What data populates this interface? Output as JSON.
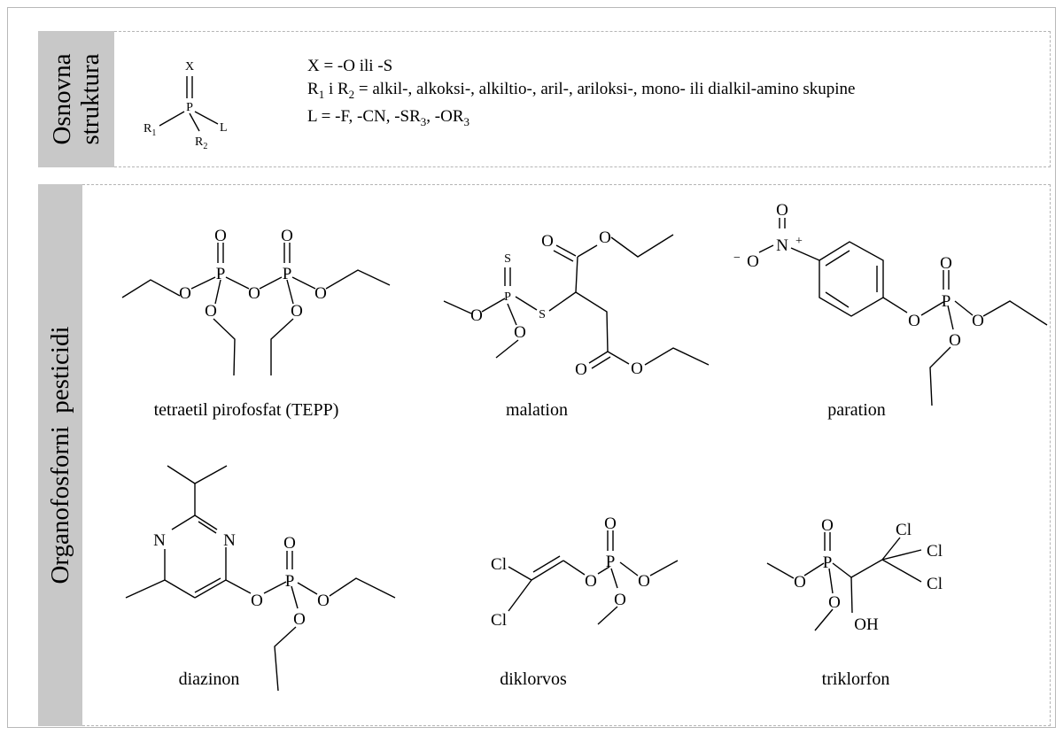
{
  "sections": {
    "basic": "Osnovna\nstruktura",
    "pesticides": "Organofosforni  pesticidi"
  },
  "generic": {
    "x_label": "X",
    "p_label": "P",
    "r1": "R",
    "r1_sub": "1",
    "r2": "R",
    "r2_sub": "2",
    "l_label": "L"
  },
  "definitions": {
    "line1": "X = -O ili -S",
    "line2_a": "R",
    "line2_s1": "1",
    "line2_b": " i R",
    "line2_s2": "2",
    "line2_c": " = alkil-, alkoksi-, alkiltio-, aril-, ariloksi-, mono- ili dialkil-amino skupine",
    "line3_a": "L = -F, -CN, -SR",
    "line3_s1": "3",
    "line3_b": ", -OR",
    "line3_s2": "3"
  },
  "compounds": [
    {
      "name": "tetraetil pirofosfat (TEPP)"
    },
    {
      "name": "malation"
    },
    {
      "name": "paration"
    },
    {
      "name": "diazinon"
    },
    {
      "name": "diklorvos"
    },
    {
      "name": "triklorfon"
    }
  ],
  "atoms": {
    "O": "O",
    "P": "P",
    "S": "S",
    "N": "N",
    "Cl": "Cl",
    "OH": "OH",
    "plus": "+",
    "minus": "−"
  }
}
